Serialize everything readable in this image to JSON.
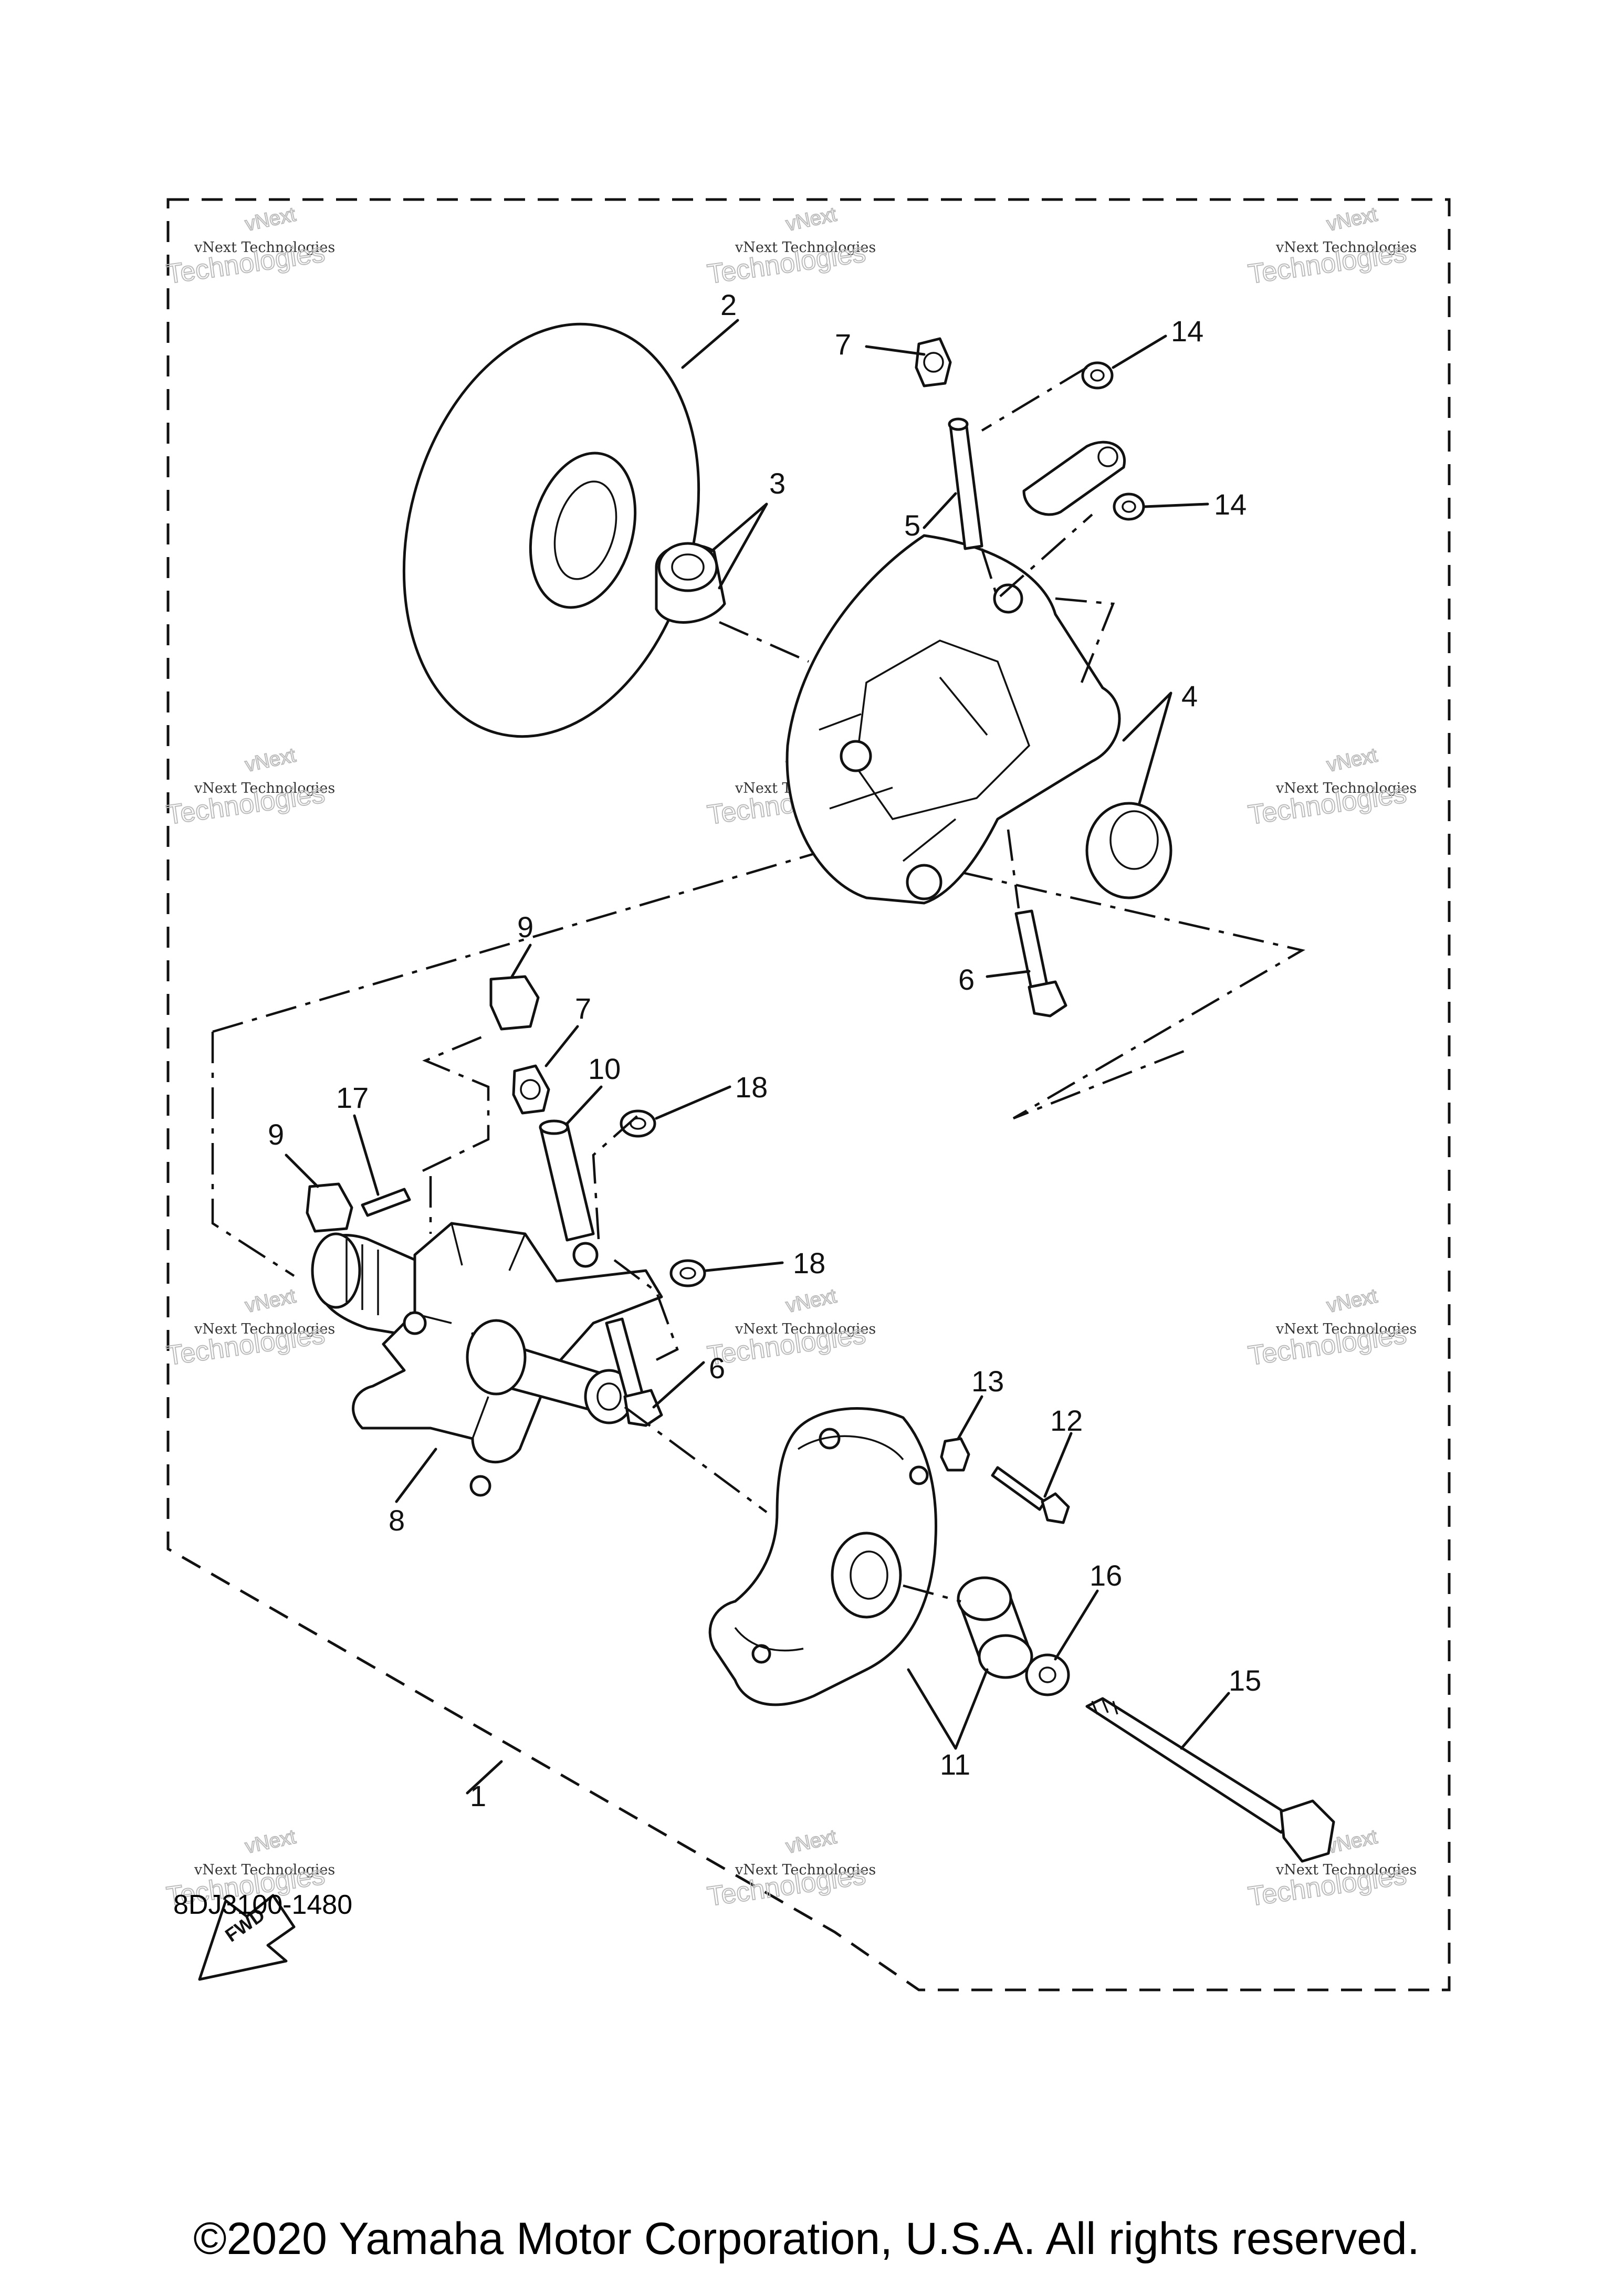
{
  "diagram": {
    "code": "8DJ3100-1480",
    "copyright": "©2020 Yamaha Motor Corporation, U.S.A. All rights reserved.",
    "fwd_label": "FWD",
    "watermark_line1": "vNext Technologies",
    "watermark_line2": "Technologies",
    "watermark_top": "vNext",
    "callouts": [
      "1",
      "2",
      "3",
      "4",
      "5",
      "6",
      "6",
      "7",
      "7",
      "8",
      "9",
      "9",
      "10",
      "11",
      "12",
      "13",
      "14",
      "14",
      "15",
      "16",
      "17",
      "18",
      "18"
    ]
  }
}
